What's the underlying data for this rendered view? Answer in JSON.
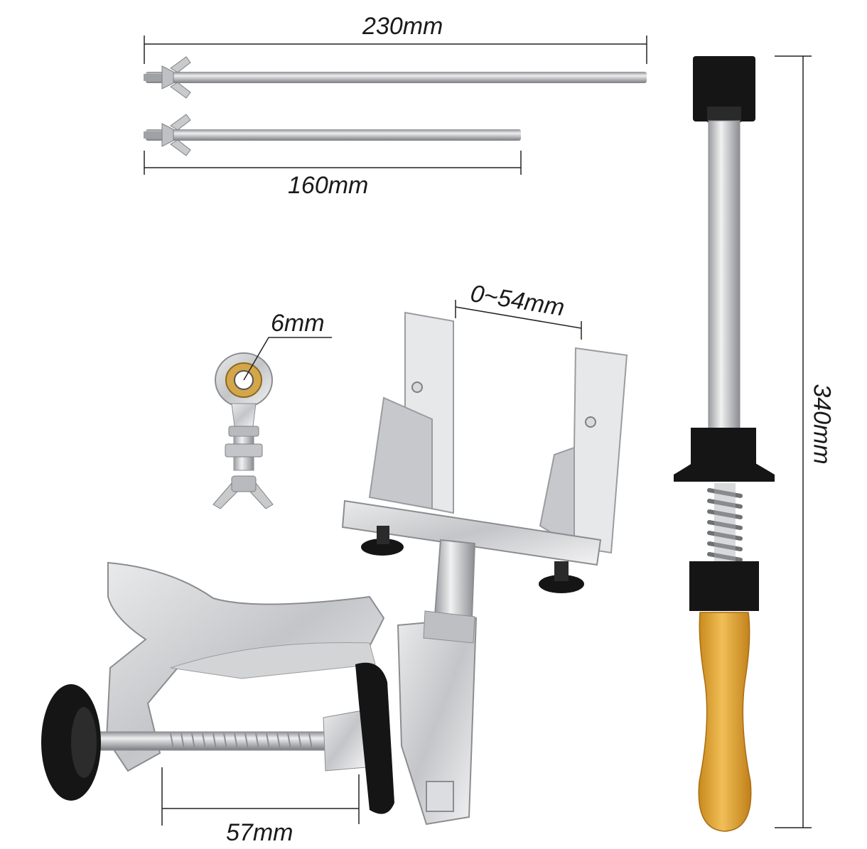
{
  "dimensions": {
    "rod_long": "230mm",
    "rod_short": "160mm",
    "rod_end_bore": "6mm",
    "clamp_opening": "0~54mm",
    "sharpening_rod": "340mm",
    "table_clamp_opening": "57mm"
  },
  "colors": {
    "steel": "#c9cacc",
    "black_parts": "#151515",
    "wood_handle": "#e0a637",
    "dimension_lines": "#222222"
  }
}
